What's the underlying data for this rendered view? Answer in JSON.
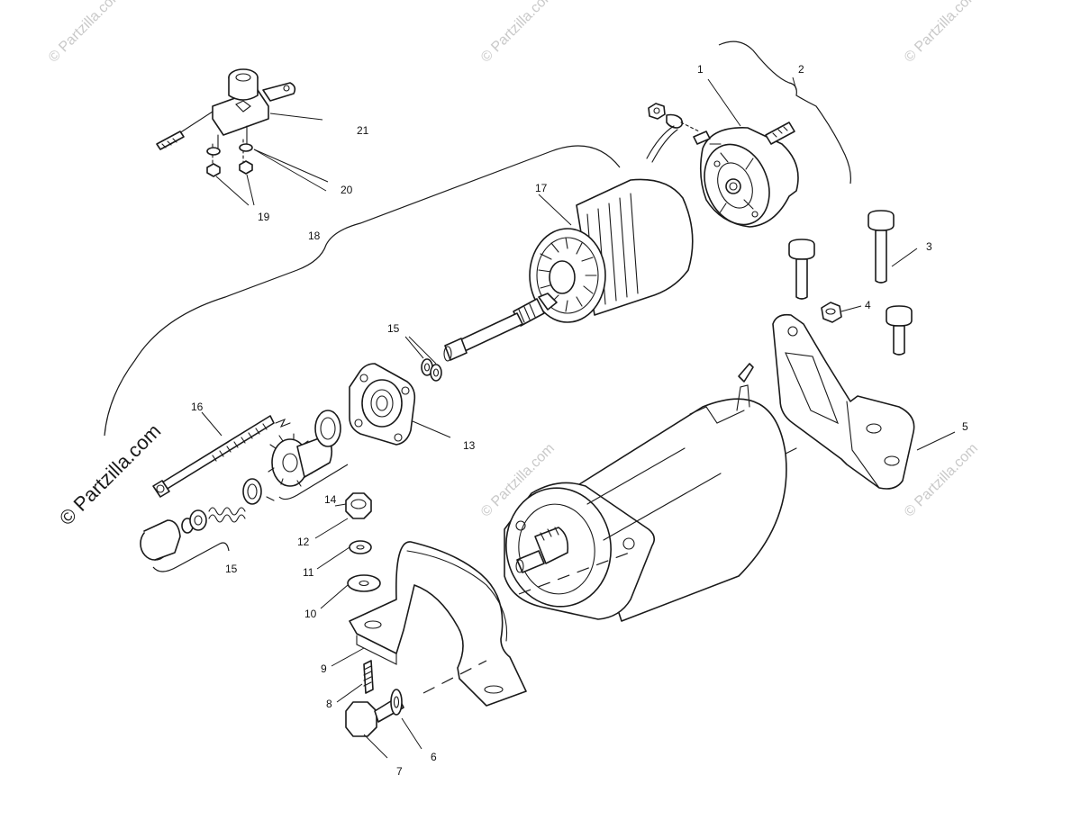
{
  "watermark": {
    "text": "© Partzilla.com",
    "color": "#c9c9c9",
    "main_color": "#1a1a1a"
  },
  "callouts": {
    "c1": "1",
    "c2": "2",
    "c3": "3",
    "c4": "4",
    "c5": "5",
    "c6": "6",
    "c7": "7",
    "c8": "8",
    "c9": "9",
    "c10": "10",
    "c11": "11",
    "c12": "12",
    "c13": "13",
    "c14": "14",
    "c15a": "15",
    "c15b": "15",
    "c16": "16",
    "c17": "17",
    "c18": "18",
    "c19": "19",
    "c20": "20",
    "c21": "21"
  }
}
